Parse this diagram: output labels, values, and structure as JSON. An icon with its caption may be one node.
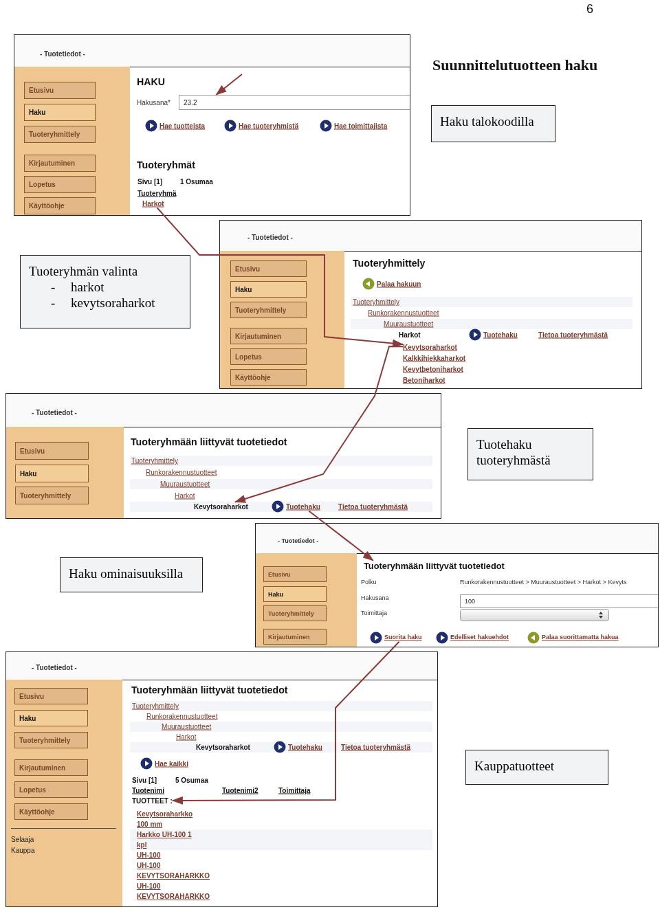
{
  "diagram": {
    "title": "Suunnittelutuotteen haku",
    "nodes": [
      {
        "text": [
          "- Tuotetiedot -",
          "Etusivu",
          "Haku",
          "Tuoteryhmittely",
          "Kirjautuminen",
          "Lopetus",
          "Käyttöohje",
          "HAKU",
          "Hakusana*",
          "Hae tuotteista",
          "Hae tuoteryhmistä",
          "Hae toimittajista",
          "Tuoteryhmät",
          "Sivu [1]",
          "1 Osumaa",
          "Tuoteryhmä"
        ]
      },
      {
        "text": [
          "23.2"
        ],
        "in": 0
      },
      {
        "text": [
          "Harkot"
        ],
        "in": 0
      },
      {
        "text": [
          "- Tuotetiedot -",
          "Etusivu",
          "Haku",
          "Tuoteryhmittely",
          "Kirjautuminen",
          "Lopetus",
          "Käyttöohje",
          "Tuoteryhmittely",
          "Palaa hakuun",
          "Tuoteryhmittely",
          "Runkorakennustuotteet",
          "Muuraustuotteet",
          "Harkot",
          "Tuotehaku",
          "Tietoa tuoteryhmästä",
          "Kalkkihiekkaharkot",
          "Kevytbetoniharkot",
          "Betoniharkot"
        ]
      },
      {
        "text": [
          "Kevytsoraharkot"
        ],
        "in": 3
      },
      {
        "text": [
          "- Tuotetiedot -",
          "Etusivu",
          "Haku",
          "Tuoteryhmittely",
          "Tuoteryhmään liittyvät tuotetiedot",
          "Tuoteryhmittely",
          "Runkorakennustuotteet",
          "Muuraustuotteet",
          "Harkot",
          "Tietoa tuoteryhmästä"
        ]
      },
      {
        "text": [
          "Kevytsoraharkot"
        ],
        "in": 5
      },
      {
        "text": [
          "Tuotehaku"
        ],
        "in": 5
      },
      {
        "text": [
          "- Tuotetiedot -",
          "Etusivu",
          "Haku",
          "Tuoteryhmittely",
          "Kirjautuminen",
          "Polku",
          "Runkorakennustuotteet > Muuraustuotteet > Harkot > Kevyts",
          "Hakusana",
          "100",
          "Toimittaja",
          "Edelliset hakuehdot",
          "Palaa suorittamatta hakua"
        ]
      },
      {
        "text": [
          "Tuoteryhmään liittyvät tuotetiedot"
        ],
        "in": 8
      },
      {
        "text": [
          "Suorita haku"
        ],
        "in": 8
      },
      {
        "text": [
          "- Tuotetiedot -",
          "Etusivu",
          "Haku",
          "Tuoteryhmittely",
          "Kirjautuminen",
          "Lopetus",
          "Käyttöohje",
          "Selaaja",
          "Kauppa",
          "Tuoteryhmään liittyvät tuotetiedot",
          "Tuoteryhmittely",
          "Runkorakennustuotteet",
          "Muuraustuotteet",
          "Harkot",
          "Kevytsoraharkot",
          "Tuotehaku",
          "Tietoa tuoteryhmästä",
          "Hae kaikki",
          "Sivu [1]",
          "5 Osumaa",
          "Tuotenimi",
          "Tuotenimi2",
          "Toimittaja",
          "Kevytsoraharkko 100 mm",
          "Harkko UH-100 1 kpl",
          "UH-100",
          "UH-100 KEVYTSORAHARKKO",
          "UH-100 KEVYTSORAHARKKO"
        ]
      },
      {
        "text": [
          "TUOTTEET :"
        ],
        "in": 11
      },
      {
        "text": [
          "Haku talokoodilla"
        ]
      },
      {
        "text": [
          "Tuoteryhmän valinta",
          "- harkot",
          "- kevytsoraharkot"
        ]
      },
      {
        "text": [
          "Tuotehaku tuoteryhmästä"
        ]
      },
      {
        "text": [
          "Haku ominaisuuksilla"
        ]
      },
      {
        "text": [
          "Kauppatuotteet"
        ]
      }
    ],
    "edges": [
      {
        "from": null,
        "to": 1,
        "arrow": "to"
      },
      {
        "from": 2,
        "to": 4,
        "arrow": "to"
      },
      {
        "from": 4,
        "to": 6,
        "arrow": "to"
      },
      {
        "from": 7,
        "to": 9,
        "arrow": "to"
      },
      {
        "from": 10,
        "to": 12,
        "arrow": "to"
      }
    ],
    "labels": [
      "6"
    ]
  }
}
